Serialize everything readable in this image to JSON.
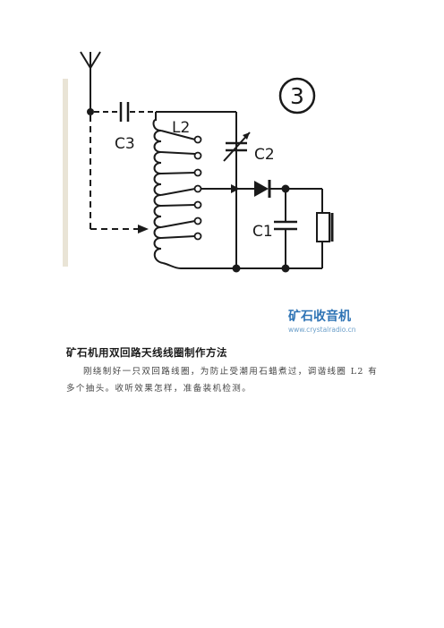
{
  "figure": {
    "number_label": "3",
    "component_labels": {
      "c3": "C3",
      "l2": "L2",
      "c2": "C2",
      "c1": "C1"
    },
    "watermark": {
      "brand": "矿石收音机",
      "url": "www.crystalradio.cn"
    },
    "colors": {
      "ink": "#1a1a1a",
      "paper_edge": "#e9e4d6",
      "watermark_brand": "#2f74b5",
      "watermark_url": "#6a9ec9"
    }
  },
  "article": {
    "title": "矿石机用双回路天线线圈制作方法",
    "body": "刚绕制好一只双回路线圈，为防止受潮用石蜡煮过，调谐线圈 L2 有多个抽头。收听效果怎样，准备装机检测。"
  }
}
